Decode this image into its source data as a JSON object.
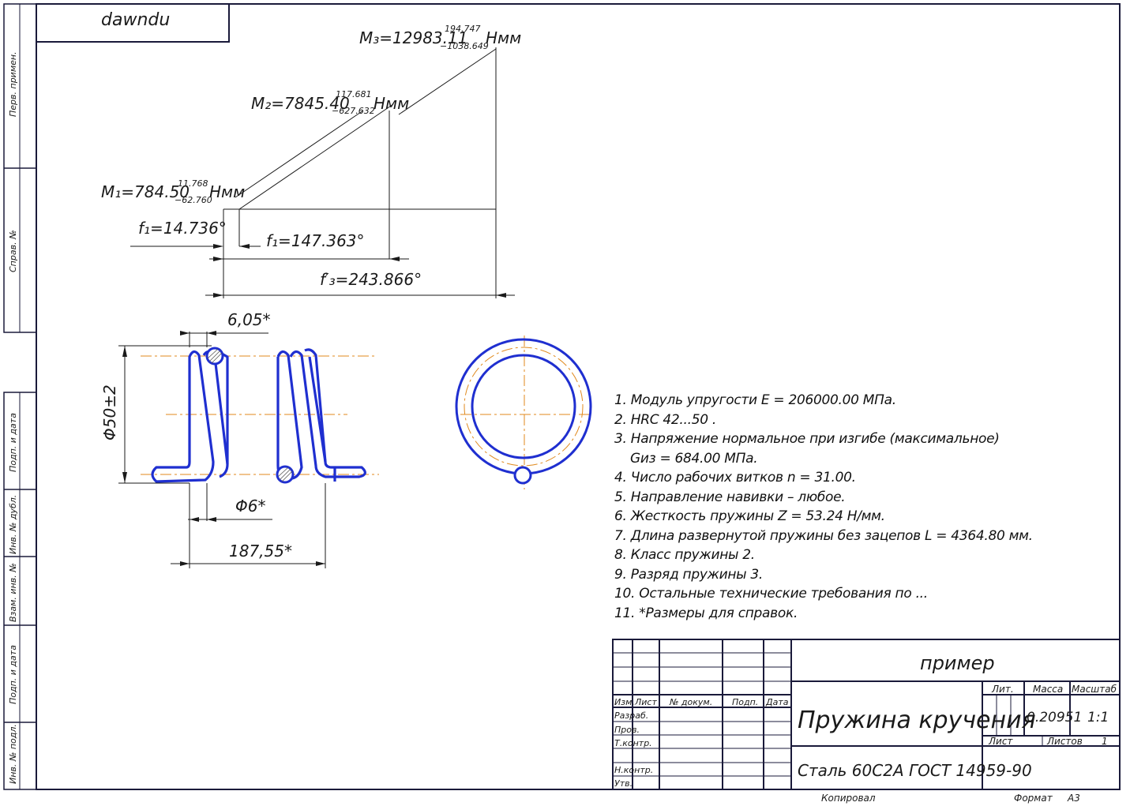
{
  "stamp_top": "dawndu",
  "side_labels": [
    "Перв. примен.",
    "Справ. №",
    "Подп. и дата",
    "Инв. № дубл.",
    "Взам. инв. №",
    "Подп. и дата",
    "Инв. № подл."
  ],
  "moments": {
    "m3": {
      "main": "M₃=12983.11",
      "upper": "194.747",
      "lower": "−1038.649",
      "unit": "Нмм"
    },
    "m2": {
      "main": "M₂=7845.40",
      "upper": "117.681",
      "lower": "−627.632",
      "unit": "Нмм"
    },
    "m1": {
      "main": "M₁=784.50",
      "upper": "11.768",
      "lower": "−62.760",
      "unit": "Нмм"
    }
  },
  "angles": {
    "f1": "f₁=14.736°",
    "f2": "f₁=147.363°",
    "f3": "f′₃=243.866°"
  },
  "dims": {
    "pitch": "6,05*",
    "diameter": "Φ50±2",
    "wire": "Φ6*",
    "length": "187,55*"
  },
  "notes": [
    "1. Модуль упругости E = 206000.00 МПа.",
    "2. HRC 42...50 .",
    "3. Напряжение нормальное при изгибе (максимальное)",
    "   Gиз = 684.00 МПа.",
    "4. Число рабочих витков n = 31.00.",
    "5. Направление навивки – любое.",
    "6. Жесткость пружины Z = 53.24 Н/мм.",
    "7. Длина развернутой пружины без зацепов L = 4364.80 мм.",
    "8. Класс пружины 2.",
    "9. Разряд пружины 3.",
    "10. Остальные технические требования по ...",
    "11.  *Размеры для справок."
  ],
  "title_block": {
    "designation": "пример",
    "name": "Пружина кручения",
    "material": "Сталь 60С2А ГОСТ 14959-90",
    "col_headers": [
      "Изм.",
      "Лист",
      "№ докум.",
      "Подп.",
      "Дата"
    ],
    "row_labels": [
      "Разраб.",
      "Пров.",
      "Т.контр.",
      "",
      "Н.контр.",
      "Утв."
    ],
    "lit_label": "Лит.",
    "mass_label": "Масса",
    "scale_label": "Масштаб",
    "mass": "0.20951",
    "scale": "1:1",
    "sheet_label": "Лист",
    "sheets_label": "Листов",
    "sheets": "1",
    "copied": "Копировал",
    "format_label": "Формат",
    "format": "А3"
  },
  "colors": {
    "frame": "#1a1a3a",
    "spring": "#1f2fd0",
    "axis": "#e08a1e",
    "line": "#1a1a1a"
  }
}
